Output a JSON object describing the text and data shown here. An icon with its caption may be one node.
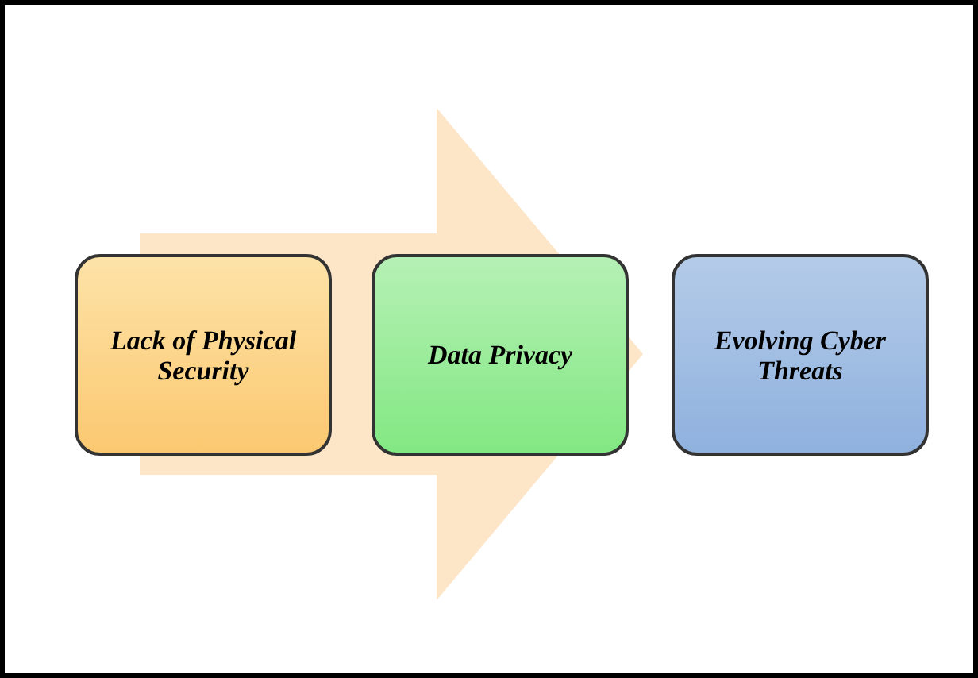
{
  "diagram": {
    "nodes": [
      {
        "text": [
          "Lack of Physical Security"
        ]
      },
      {
        "text": [
          "Data Privacy"
        ]
      },
      {
        "text": [
          "Evolving Cyber Threats"
        ]
      }
    ],
    "edges": [
      {
        "from": 0,
        "to": 2,
        "arrow": "to",
        "style": "thick"
      }
    ]
  }
}
